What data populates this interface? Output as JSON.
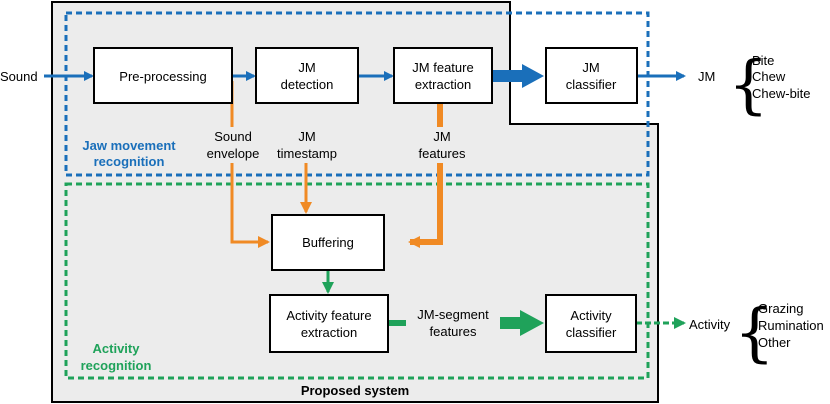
{
  "system": {
    "title": "Proposed system"
  },
  "sections": {
    "jaw": {
      "line1": "Jaw movement",
      "line2": "recognition",
      "color": "#1a6fba"
    },
    "activity": {
      "line1": "Activity",
      "line2": "recognition",
      "color": "#1fa25a"
    }
  },
  "inputs": {
    "sound": "Sound"
  },
  "blocks": {
    "preprocessing": {
      "line1": "Pre-processing"
    },
    "jm_detection": {
      "line1": "JM",
      "line2": "detection"
    },
    "jm_feature_extraction": {
      "line1": "JM feature",
      "line2": "extraction"
    },
    "jm_classifier": {
      "line1": "JM",
      "line2": "classifier"
    },
    "buffering": {
      "line1": "Buffering"
    },
    "activity_feature_extraction": {
      "line1": "Activity feature",
      "line2": "extraction"
    },
    "activity_classifier": {
      "line1": "Activity",
      "line2": "classifier"
    }
  },
  "signals": {
    "sound_envelope": {
      "line1": "Sound",
      "line2": "envelope"
    },
    "jm_timestamp": {
      "line1": "JM",
      "line2": "timestamp"
    },
    "jm_features": {
      "line1": "JM",
      "line2": "features"
    },
    "jm_segment_features": {
      "line1": "JM-segment",
      "line2": "features"
    }
  },
  "outputs": {
    "jm": {
      "label": "JM",
      "classes": [
        "Bite",
        "Chew",
        "Chew-bite"
      ]
    },
    "activity": {
      "label": "Activity",
      "classes": [
        "Grazing",
        "Rumination",
        "Other"
      ]
    }
  },
  "colors": {
    "blue": "#1a6fba",
    "orange": "#f08a24",
    "green": "#1fa25a",
    "system_fill": "#ececec"
  }
}
